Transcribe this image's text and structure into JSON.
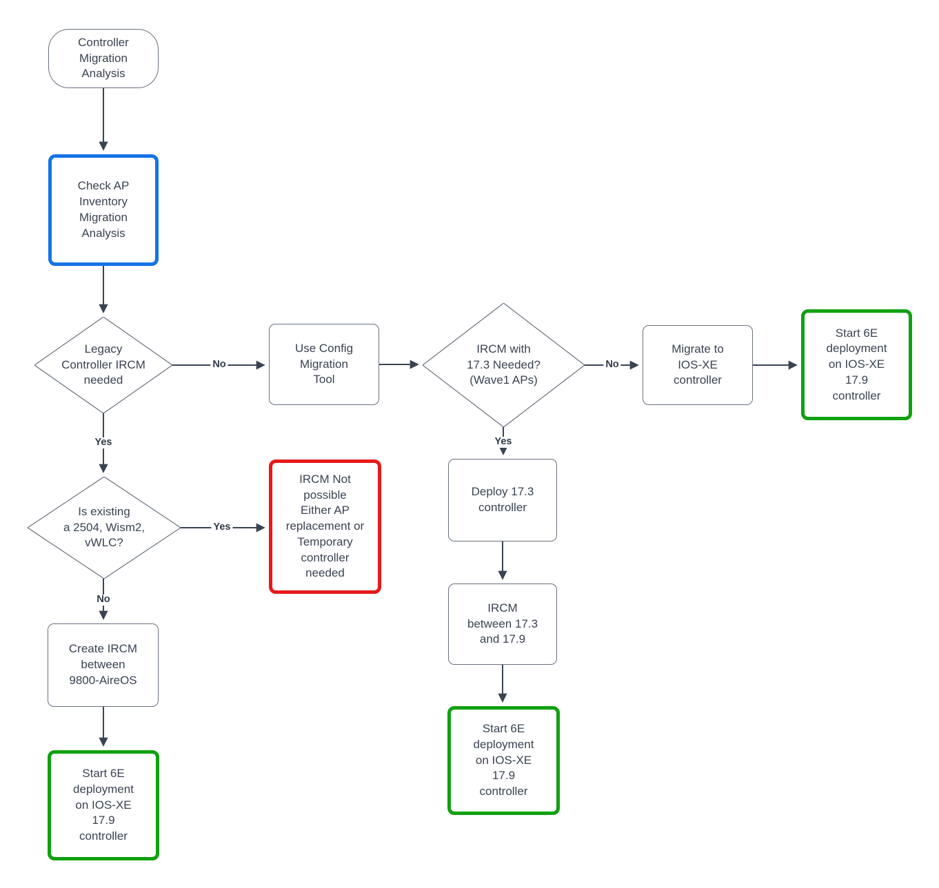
{
  "title": "Controller migration analysis flowchart",
  "colors": {
    "accent_blue": "#1673E6",
    "accent_green": "#0FA10F",
    "accent_red": "#E61A1A",
    "line": "#3A4352",
    "shape_border": "#67707E",
    "text": "#3A4352"
  },
  "nodes": {
    "start": {
      "label": "Controller\nMigration\nAnalysis",
      "shape": "terminal"
    },
    "check_ap": {
      "label": "Check AP\nInventory\nMigration\nAnalysis",
      "shape": "rect-blue"
    },
    "legacy_ircm": {
      "label": "Legacy\nController IRCM\nneeded",
      "shape": "diamond"
    },
    "use_config": {
      "label": "Use Config\nMigration\nTool",
      "shape": "rect"
    },
    "ircm_173": {
      "label": "IRCM with\n17.3 Needed?\n(Wave1 APs)",
      "shape": "diamond"
    },
    "migrate_iosxe": {
      "label": "Migrate to\nIOS-XE\ncontroller",
      "shape": "rect"
    },
    "start6e_right": {
      "label": "Start 6E\ndeployment\non IOS-XE\n17.9\ncontroller",
      "shape": "rect-green"
    },
    "is_existing": {
      "label": "Is existing\na  2504, Wism2,\nvWLC?",
      "shape": "diamond"
    },
    "ircm_not_possible": {
      "label": "IRCM Not\npossible\nEither AP\nreplacement or\nTemporary\ncontroller\nneeded",
      "shape": "rect-red"
    },
    "create_ircm": {
      "label": "Create IRCM\nbetween\n9800-AireOS",
      "shape": "rect"
    },
    "start6e_left": {
      "label": "Start 6E\ndeployment\non IOS-XE\n17.9\ncontroller",
      "shape": "rect-green"
    },
    "deploy_173": {
      "label": "Deploy 17.3\ncontroller",
      "shape": "rect"
    },
    "ircm_between": {
      "label": "IRCM\nbetween 17.3\nand 17.9",
      "shape": "rect"
    },
    "start6e_mid": {
      "label": "Start 6E\ndeployment\non IOS-XE\n17.9\ncontroller",
      "shape": "rect-green"
    }
  },
  "edges": [
    {
      "from": "start",
      "to": "check_ap",
      "label": ""
    },
    {
      "from": "check_ap",
      "to": "legacy_ircm",
      "label": ""
    },
    {
      "from": "legacy_ircm",
      "to": "use_config",
      "label": "No"
    },
    {
      "from": "use_config",
      "to": "ircm_173",
      "label": ""
    },
    {
      "from": "ircm_173",
      "to": "migrate_iosxe",
      "label": "No"
    },
    {
      "from": "migrate_iosxe",
      "to": "start6e_right",
      "label": ""
    },
    {
      "from": "legacy_ircm",
      "to": "is_existing",
      "label": "Yes"
    },
    {
      "from": "is_existing",
      "to": "ircm_not_possible",
      "label": "Yes"
    },
    {
      "from": "is_existing",
      "to": "create_ircm",
      "label": "No"
    },
    {
      "from": "create_ircm",
      "to": "start6e_left",
      "label": ""
    },
    {
      "from": "ircm_173",
      "to": "deploy_173",
      "label": "Yes"
    },
    {
      "from": "deploy_173",
      "to": "ircm_between",
      "label": ""
    },
    {
      "from": "ircm_between",
      "to": "start6e_mid",
      "label": ""
    }
  ]
}
